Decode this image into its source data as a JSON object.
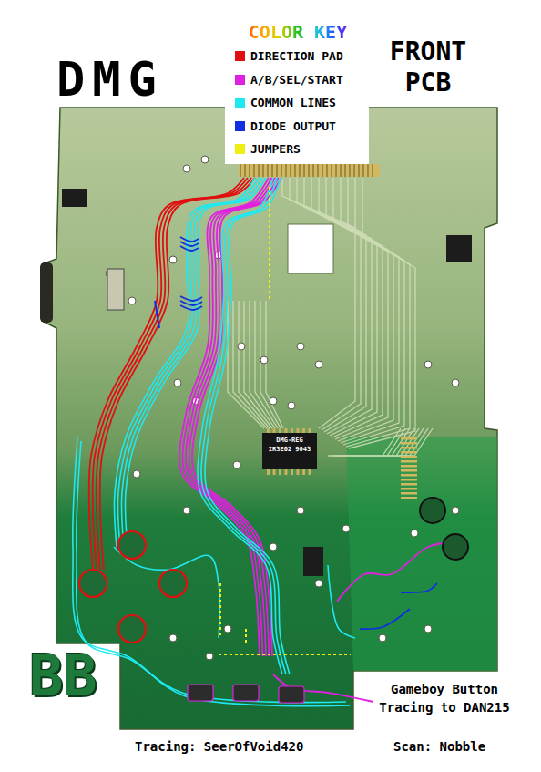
{
  "diagram": {
    "title": "COLOR KEY",
    "labels": [
      "DMG",
      "FRONT PCB",
      "DMG-REG IR3E02 9043",
      "BB",
      "Gameboy Button Tracing to DAN215",
      "Tracing: SeerOfVoid420",
      "Scan: Nobble"
    ],
    "legend": [
      {
        "text": "DIRECTION PAD",
        "color": "#e01010"
      },
      {
        "text": "A/B/SEL/START",
        "color": "#e020e0"
      },
      {
        "text": "COMMON LINES",
        "color": "#20e8f0"
      },
      {
        "text": "DIODE OUTPUT",
        "color": "#1030e0"
      },
      {
        "text": "JUMPERS",
        "color": "#f0f010"
      }
    ]
  }
}
